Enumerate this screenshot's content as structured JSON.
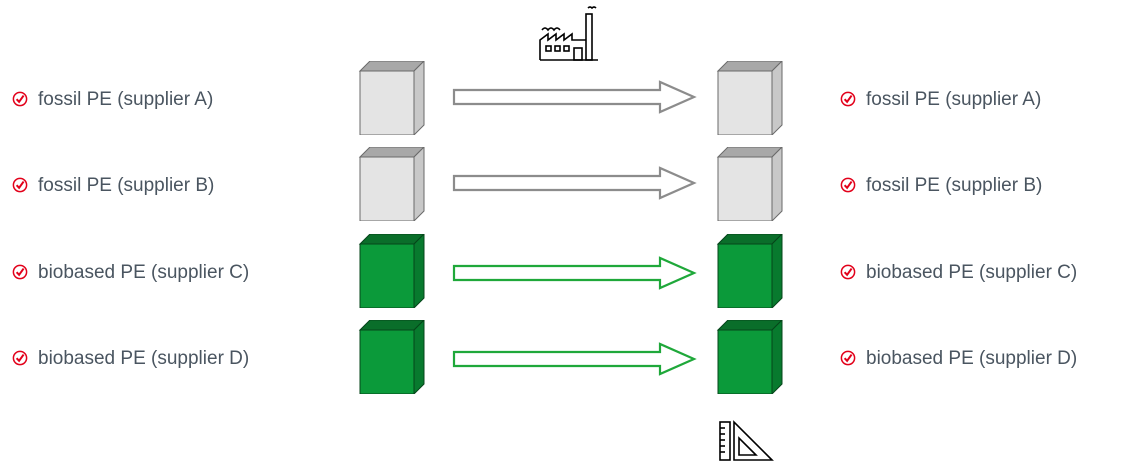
{
  "rows": [
    {
      "left_label": "fossil PE (supplier A)",
      "right_label": "fossil PE (supplier A)",
      "material": "fossil"
    },
    {
      "left_label": "fossil PE (supplier B)",
      "right_label": "fossil PE (supplier B)",
      "material": "fossil"
    },
    {
      "left_label": "biobased PE (supplier C)",
      "right_label": "biobased PE (supplier C)",
      "material": "biobased"
    },
    {
      "left_label": "biobased PE (supplier D)",
      "right_label": "biobased PE (supplier D)",
      "material": "biobased"
    }
  ],
  "icons": {
    "top": "factory-icon",
    "bottom": "ruler-triangle-icon",
    "check": "check-circle-icon"
  },
  "colors": {
    "check": "#e2001a",
    "label_text": "#4a5560",
    "fossil_arrow": "#8c8c8c",
    "biobased_arrow": "#1fa83a",
    "fossil_cube_front": "#e4e4e4",
    "fossil_cube_top": "#a8a8a8",
    "fossil_cube_side": "#c8c8c8",
    "bio_cube_front": "#0b9a3a",
    "bio_cube_top": "#0a6e2a",
    "bio_cube_side": "#087a2e"
  }
}
